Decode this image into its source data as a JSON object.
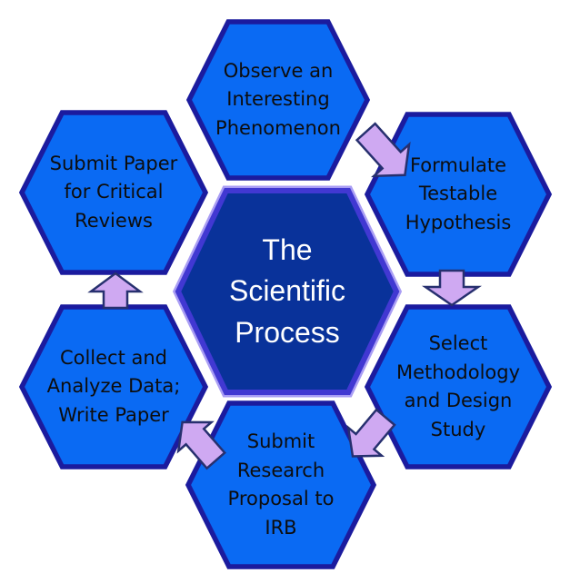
{
  "diagram": {
    "title": "The Scientific Process",
    "center": {
      "label": "The\nScientific\nProcess"
    },
    "steps": [
      {
        "id": "observe",
        "label": "Observe an\nInteresting\nPhenomenon"
      },
      {
        "id": "formulate",
        "label": "Formulate\nTestable\nHypothesis"
      },
      {
        "id": "select",
        "label": "Select\nMethodology\nand Design\nStudy"
      },
      {
        "id": "irb",
        "label": "Submit\nResearch\nProposal to\nIRB"
      },
      {
        "id": "collect",
        "label": "Collect and\nAnalyze Data;\nWrite Paper"
      },
      {
        "id": "submit-paper",
        "label": "Submit Paper\nfor Critical\nReviews"
      }
    ],
    "flow_direction": "clockwise",
    "arrow_count": 5
  },
  "colors": {
    "background": "#ffffff",
    "hexagon_fill": "#0a6af3",
    "hexagon_border": "#1b1b9e",
    "center_fill": "#09329a",
    "center_border_inner": "#4138d2",
    "center_border_outer": "#a99df4",
    "arrow_fill": "#cfa9f2",
    "arrow_border": "#27306f",
    "step_text": "#0d0d0d",
    "center_text": "#ffffff"
  }
}
